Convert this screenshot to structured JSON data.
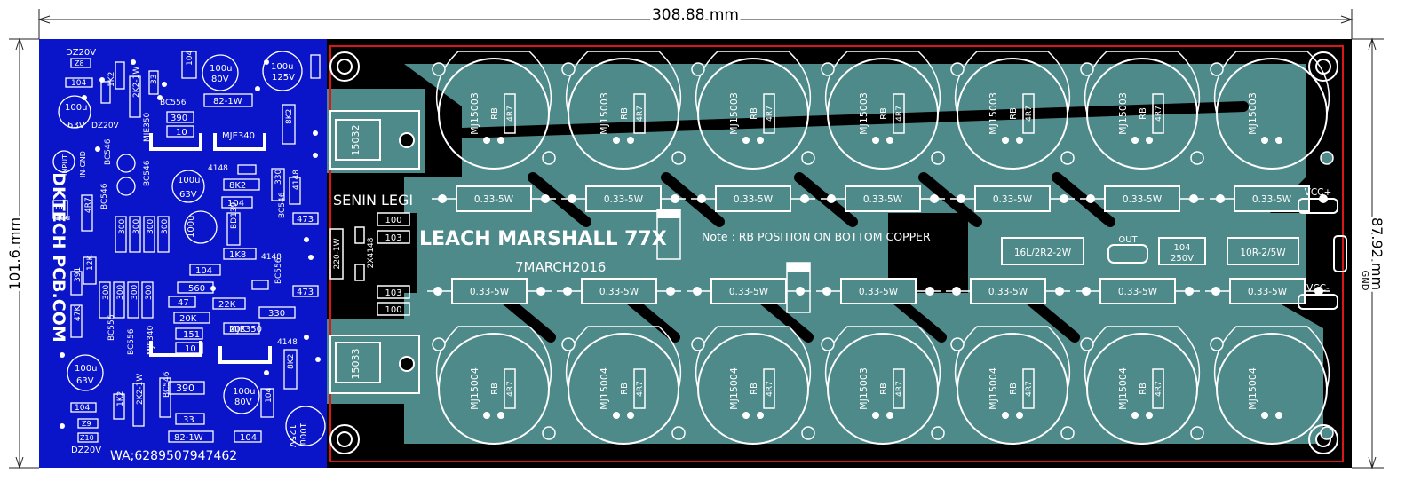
{
  "dimensions": {
    "width_label": "308.88  mm",
    "height_left_label": "101.6  mm",
    "height_right_label": "87.92  mm"
  },
  "board": {
    "title": "LEACH MARSHALL 77X",
    "subtitle": "SENIN LEGI",
    "date": "7MARCH2016",
    "note": "Note : RB POSITION ON BOTTOM COPPER",
    "brand": "DKTECH  PCB.COM",
    "contact": "WA;6289507947462"
  },
  "transistors_top": [
    "MJ15003",
    "MJ15003",
    "MJ15003",
    "MJ15003",
    "MJ15003",
    "MJ15003",
    "MJ15003"
  ],
  "transistors_bottom": [
    "MJ15004",
    "MJ15004",
    "MJ15004",
    "MJ15003",
    "MJ15004",
    "MJ15004",
    "MJ15004"
  ],
  "resistor_rb_label": "RB",
  "resistor_4r7_label": "4R7",
  "emitter_resistor_label": "0.33-5W",
  "drivers": {
    "top": "15032",
    "bottom": "15033"
  },
  "terminals": {
    "vcc_pos": "VCC+",
    "vcc_neg": "VCC-",
    "gnd": "GND",
    "out": "OUT"
  },
  "output_parts": {
    "coil": "16L/2R2-2W",
    "cap": "104",
    "cap_v": "250V",
    "res": "10R-2/5W"
  },
  "middle_parts": {
    "r220": "220-1W",
    "diodes": "2X4148",
    "r100a": "100",
    "c103a": "103",
    "c103b": "103",
    "r100b": "100"
  },
  "small_board_labels": {
    "dz20v": "DZ20V",
    "z8": "Z8",
    "c104": "104",
    "r1k2": "1K2",
    "r2k2": "2K2-1W",
    "r33": "33",
    "cap_100u_80v_value": "100u",
    "cap_100u_80v_volt": "80V",
    "cap_100u_125v_value": "100u",
    "cap_100u_125v_volt": "125V",
    "cap_100u_63v_value": "100u",
    "cap_100u_63v_volt": "63V",
    "r82": "82-1W",
    "bc556": "BC556",
    "r390": "390",
    "r10": "10",
    "mje350": "MJE350",
    "mje340": "MJE340",
    "r8k2": "8K2",
    "r4148": "4148",
    "r330": "330",
    "input": "INPUT",
    "in_gnd": "IN-GND",
    "bc546": "BC546",
    "bp": "BP",
    "c10u": "10u",
    "r4r7": "4R7",
    "r300": "300",
    "r473": "473",
    "bd139": "BD139",
    "r1k8": "1K8",
    "r12k": "12K",
    "r391": "391",
    "r47k": "47K",
    "r560": "560",
    "r47": "47",
    "r22k": "22K",
    "r20k": "20K",
    "r151": "151",
    "z10": "Z10",
    "z9": "Z9"
  },
  "colors": {
    "blue_board": "#0a14c8",
    "copper_teal": "#4f8a8b",
    "black": "#000000",
    "trace_red": "#d81818",
    "silk": "#ffffff"
  }
}
